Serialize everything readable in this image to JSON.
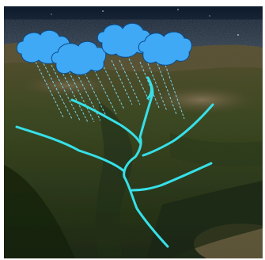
{
  "scene": {
    "description_tags": [
      "aerial-terrain",
      "clouds",
      "rain",
      "river-network"
    ]
  },
  "colors": {
    "night_sky_top": "#0d1a2b",
    "night_sky_bottom": "#3a4a5a",
    "ridge_far": "#4a4636",
    "terrain_dark": "#1e2a14",
    "terrain_mid": "#3d4a22",
    "terrain_light": "#5a5a2e",
    "terrain_bare": "#7a6a4c",
    "cloud_fill": "#3fa9f5",
    "cloud_stroke": "#0b4a87",
    "rain": "#7fe3ff",
    "river": "#36e0e8"
  },
  "icons": {
    "cloud": "cloud-icon",
    "rain": "rain-streaks",
    "river": "stream-network"
  }
}
